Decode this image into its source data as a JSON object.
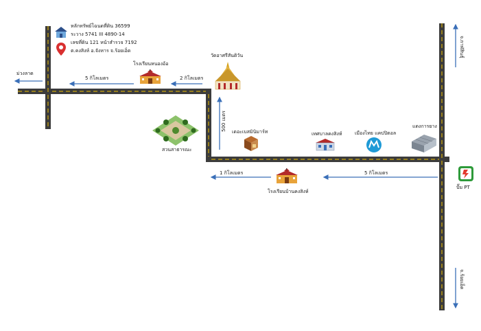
{
  "property_info": {
    "deed": "หลักทรัพย์โฉนดที่ดิน 36599",
    "coords": "ระวาง 5741 III 4890-14",
    "land_no": "เลขที่ดิน 121 หน้าสำรวจ 7192",
    "location": "ต.คงสิงห์ อ.จังหาร จ.ร้อยเอ็ด"
  },
  "places": {
    "temple": "วัดอาศรีสันติวัน",
    "school_north": "โรงเรียนหนองอ้อ",
    "park": "สวนสาธารณะ",
    "shop": "เดอะเบสมินิมาร์ท",
    "municipality": "เทศบาลคงสิงห์",
    "thai_citizen": "เมืองไทย แคปปิตอล",
    "rubber": "แดงการยาง",
    "school_south": "โรงเรียนบ้านคงสิงห์",
    "gas_station": "ปั๊ม PT"
  },
  "distances": {
    "west_top": "5 กิโลเมตร",
    "middle_top": "2 กิโลเมตร",
    "vertical": "500 เมตร",
    "south_left": "1 กิโลเมตร",
    "south_right": "5 กิโลเมตร"
  },
  "directions": {
    "west": "ม่วงลาด",
    "north": "จ.กาฬสินธุ์",
    "south": "จ.ร้อยเอ็ด"
  },
  "colors": {
    "road": "#3c3c3c",
    "road_line": "#f2c200",
    "arrow": "#3a6fb8",
    "school_roof": "#b32a2a",
    "pin": "#d93030",
    "gas_green": "#2e9a3a"
  },
  "icons": [
    "home-icon",
    "pin-icon",
    "temple-icon",
    "school-icon",
    "park-icon",
    "shop-icon",
    "building-icon",
    "company-logo-icon",
    "warehouse-icon",
    "gas-station-icon"
  ]
}
